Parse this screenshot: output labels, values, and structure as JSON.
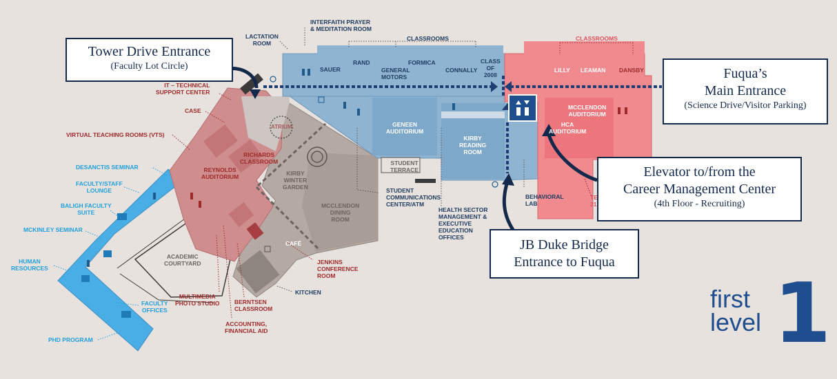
{
  "colors": {
    "background": "#e8e2de",
    "blue_zone": "#8fb4d2",
    "light_blue_zone": "#49aee6",
    "red_zone": "#cf8d8d",
    "bright_red_zone": "#f08a8f",
    "gray_zone": "#b5aaa3",
    "navy": "#13294b",
    "route": "#1f3c73"
  },
  "callouts": {
    "tower": {
      "title": "Tower Drive Entrance",
      "subtitle": "(Faculty Lot Circle)"
    },
    "main": {
      "line1": "Fuqua’s",
      "line2": "Main Entrance",
      "subtitle": "(Science Drive/Visitor Parking)"
    },
    "elevator": {
      "line1": "Elevator to/from the",
      "line2": "Career Management Center",
      "subtitle": "(4th Floor - Recruiting)"
    },
    "bridge": {
      "line1": "JB Duke Bridge",
      "line2": "Entrance to Fuqua"
    }
  },
  "level": {
    "word1": "first",
    "word2": "level",
    "number": "1"
  },
  "labels": {
    "lactation": [
      "LACTATION",
      "ROOM"
    ],
    "interfaith": [
      "INTERFAITH PRAYER",
      "& MEDITATION ROOM"
    ],
    "classrooms_blue": "CLASSROOMS",
    "classrooms_red": "CLASSROOMS",
    "sauer": "SAUER",
    "rand": "RAND",
    "formica": "FORMICA",
    "general_motors": [
      "GENERAL",
      "MOTORS"
    ],
    "connally": "CONNALLY",
    "class_of_2008": [
      "CLASS",
      "OF",
      "2008"
    ],
    "lilly": "LILLY",
    "leaman": "LEAMAN",
    "dansby": "DANSBY",
    "it_support": [
      "IT – TECHNICAL",
      "SUPPORT CENTER"
    ],
    "case": "CASE",
    "vts": "VIRTUAL TEACHING ROOMS (VTS)",
    "desantis": "DESANCTIS SEMINAR",
    "faculty_staff": [
      "FACULTY/STAFF",
      "LOUNGE"
    ],
    "baligh": [
      "BALIGH FACULTY",
      "SUITE"
    ],
    "mckinley": "MCKINLEY SEMINAR",
    "human_resources": [
      "HUMAN",
      "RESOURCES"
    ],
    "faculty_offices": [
      "FACULTY",
      "OFFICES"
    ],
    "phd": "PHD PROGRAM",
    "atrium": "ATRIUM",
    "richards": [
      "RICHARDS",
      "CLASSROOM"
    ],
    "reynolds": [
      "REYNOLDS",
      "AUDITORIUM"
    ],
    "kirby_garden": [
      "KIRBY",
      "WINTER",
      "GARDEN"
    ],
    "mcclendon_dining": [
      "MCCLENDON",
      "DINING",
      "ROOM"
    ],
    "geneen": [
      "GENEEN",
      "AUDITORIUM"
    ],
    "kirby_reading": [
      "KIRBY",
      "READING",
      "ROOM"
    ],
    "mcclendon_aud": [
      "MCCLENDON",
      "AUDITORIUM"
    ],
    "hca_aud": [
      "HCA",
      "AUDITORIUM"
    ],
    "student_terrace": [
      "STUDENT",
      "TERRACE"
    ],
    "student_comm": [
      "STUDENT",
      "COMMUNICATIONS",
      "CENTER/ATM"
    ],
    "health_sector": [
      "HEALTH SECTOR",
      "MANAGEMENT &",
      "EXECUTIVE",
      "EDUCATION",
      "OFFICES"
    ],
    "behavioral": [
      "BEHAVIORAL",
      "LAB"
    ],
    "te31": [
      "TE",
      "31"
    ],
    "cafe": "CAFÉ",
    "academic_courtyard": [
      "ACADEMIC",
      "COURTYARD"
    ],
    "jenkins": [
      "JENKINS",
      "CONFERENCE",
      "ROOM"
    ],
    "kitchen": "KITCHEN",
    "multimedia": [
      "MULTIMEDIA",
      "PHOTO STUDIO"
    ],
    "berntsen": [
      "BERNTSEN",
      "CLASSROOM"
    ],
    "accounting": [
      "ACCOUNTING,",
      "FINANCIAL AID"
    ]
  }
}
